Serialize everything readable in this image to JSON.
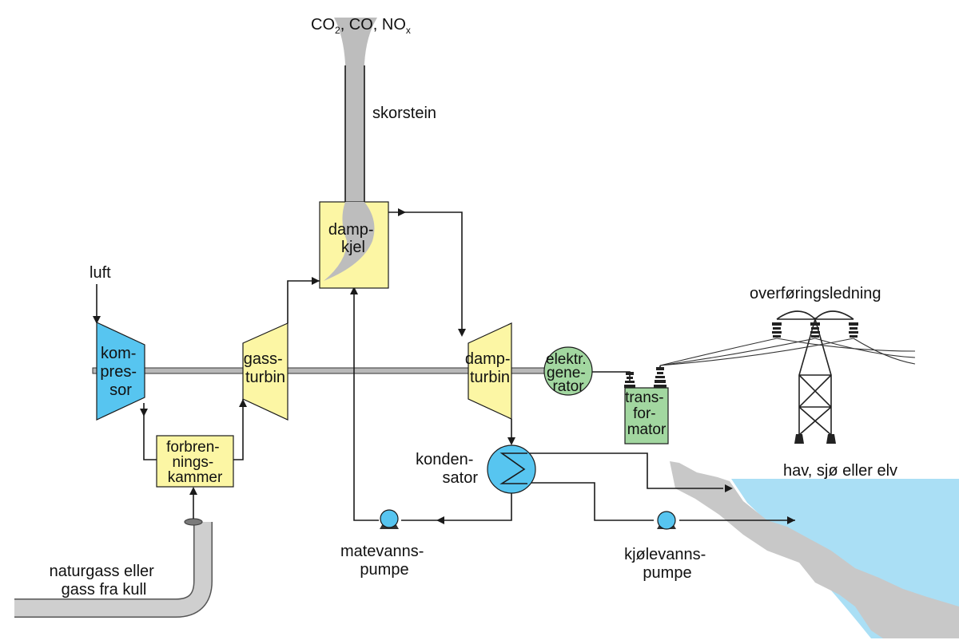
{
  "colors": {
    "yellow_component": "#FCF6A4",
    "blue_component": "#57C5F0",
    "green_component": "#A2D7A0",
    "sea": "#AADFF5",
    "ground": "#C8C8C8",
    "shaft": "#B8B8B8",
    "smoke": "#BDBDBD",
    "stroke": "#1a1a1a"
  },
  "icons": [
    "pump-icon",
    "insulator-icon",
    "power-tower-icon",
    "heat-exchanger-icon"
  ],
  "labels": {
    "emissions": {
      "co2": "CO",
      "co2_sub": "2",
      "co": ", CO, NO",
      "nox_sub": "x"
    },
    "skorstein": "skorstein",
    "luft": "luft",
    "kompressor": [
      "kom-",
      "pres-",
      "sor"
    ],
    "gassturbin": [
      "gass-",
      "turbin"
    ],
    "dampkjel": [
      "damp-",
      "kjel"
    ],
    "dampturbin": [
      "damp-",
      "turbin"
    ],
    "generator": [
      "elektr.",
      "gene-",
      "rator"
    ],
    "transformator": [
      "trans-",
      "for-",
      "mator"
    ],
    "overforingsledning": "overføringsledning",
    "forbrenningskammer": [
      "forbren-",
      "nings-",
      "kammer"
    ],
    "kondensator": [
      "konden-",
      "sator"
    ],
    "sea": "hav, sjø eller elv",
    "matevannspumpe": [
      "matevanns-",
      "pumpe"
    ],
    "kjolevannspumpe": [
      "kjølevanns-",
      "pumpe"
    ],
    "naturgass": [
      "naturgass eller",
      "gass fra kull"
    ]
  }
}
